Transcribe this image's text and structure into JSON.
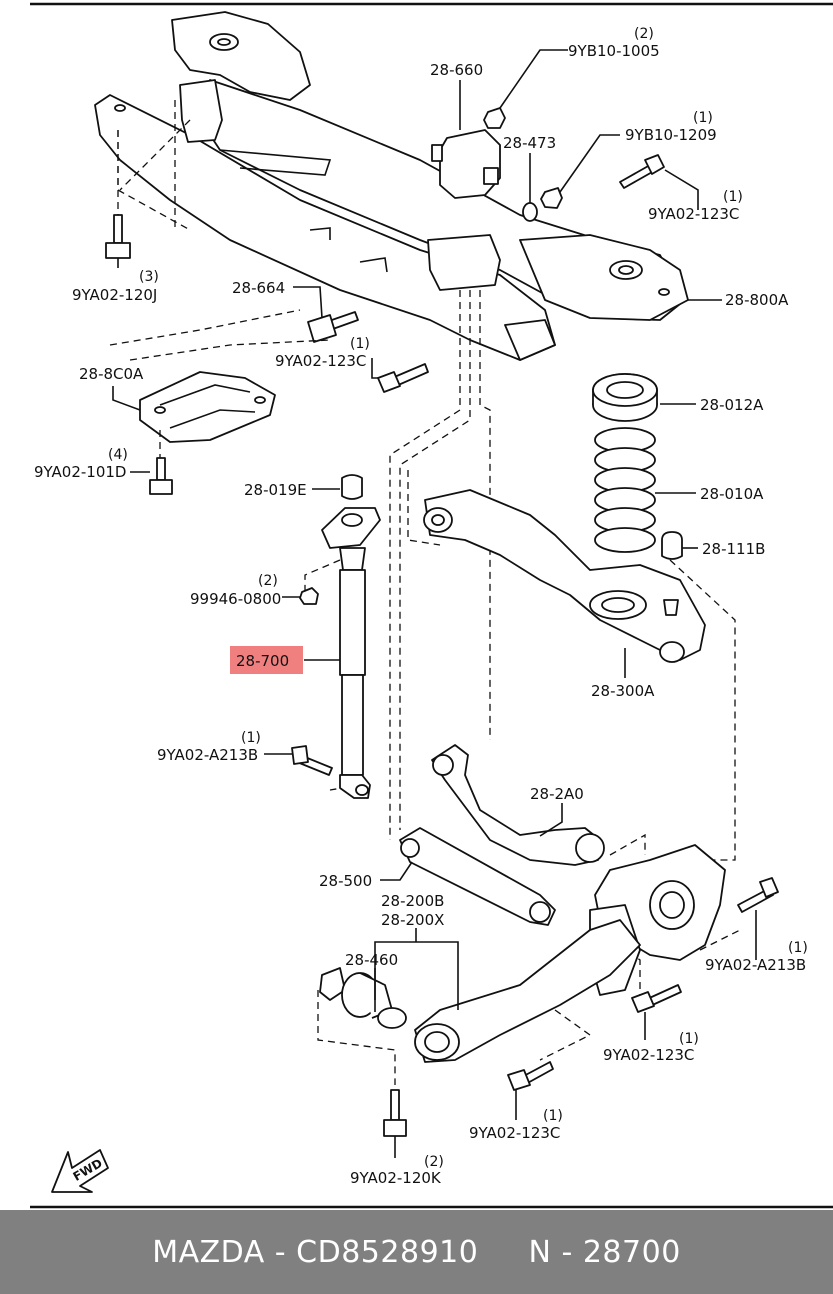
{
  "labels": {
    "p28_660": "28-660",
    "q_9yb10_1005": "(2)",
    "p9yb10_1005": "9YB10-1005",
    "p28_473": "28-473",
    "q_9yb10_1209": "(1)",
    "p9yb10_1209": "9YB10-1209",
    "q_9ya02_123c_a": "(1)",
    "p9ya02_123c_a": "9YA02-123C",
    "q_9ya02_120j": "(3)",
    "p9ya02_120j": "9YA02-120J",
    "p28_664": "28-664",
    "q_9ya02_123c_b": "(1)",
    "p9ya02_123c_b": "9YA02-123C",
    "p28_800a": "28-800A",
    "p28_8c0a": "28-8C0A",
    "q_9ya02_101d": "(4)",
    "p9ya02_101d": "9YA02-101D",
    "p28_012a": "28-012A",
    "p28_019e": "28-019E",
    "p28_010a": "28-010A",
    "p28_111b": "28-111B",
    "q_99946_0800": "(2)",
    "p99946_0800": "99946-0800",
    "p28_700": "28-700",
    "p28_300a": "28-300A",
    "q_9ya02_a213b_a": "(1)",
    "p9ya02_a213b_a": "9YA02-A213B",
    "p28_2a0": "28-2A0",
    "p28_500": "28-500",
    "p28_200b": "28-200B",
    "p28_200x": "28-200X",
    "p28_460": "28-460",
    "q_9ya02_a213b_b": "(1)",
    "p9ya02_a213b_b": "9YA02-A213B",
    "q_9ya02_123c_c": "(1)",
    "p9ya02_123c_c": "9YA02-123C",
    "q_9ya02_123c_d": "(1)",
    "p9ya02_123c_d": "9YA02-123C",
    "q_9ya02_120k": "(2)",
    "p9ya02_120k": "9YA02-120K",
    "fwd": "FWD"
  },
  "highlight": {
    "part": "28-700",
    "color": "#f08080"
  },
  "footer": {
    "text": "MAZDA - CD8528910     N - 28700",
    "background": "#808080",
    "color": "#ffffff"
  }
}
